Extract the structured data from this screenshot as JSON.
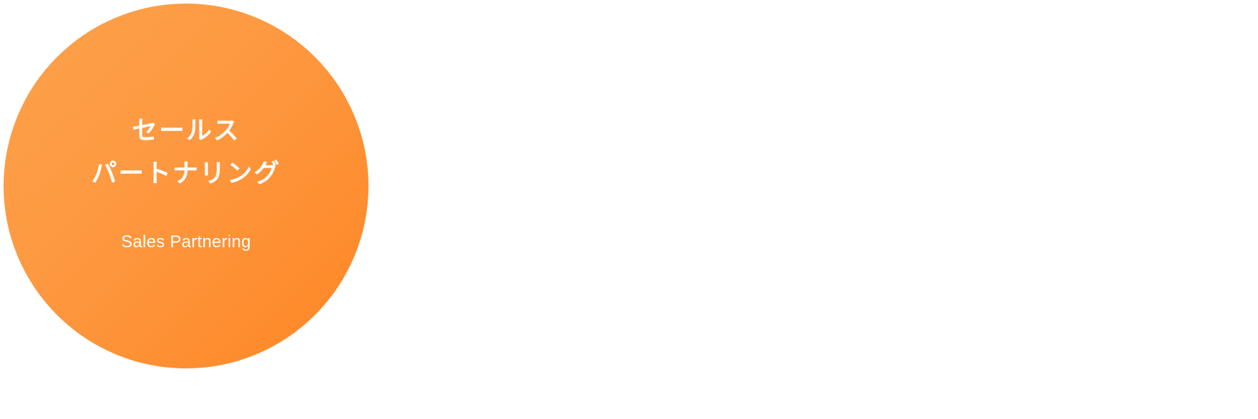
{
  "badge": {
    "title_line1": "セールス",
    "title_line2": "パートナリング",
    "subtitle": "Sales Partnering",
    "color": "#fd9840"
  }
}
